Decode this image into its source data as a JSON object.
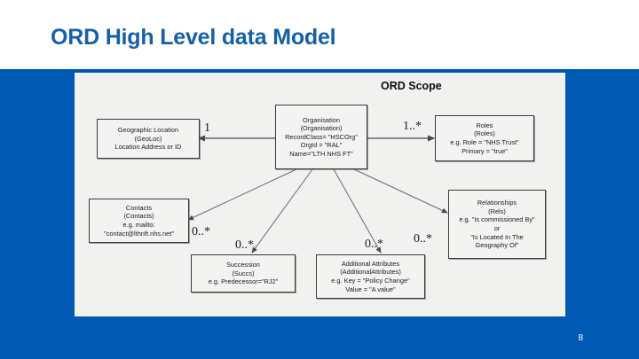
{
  "slide": {
    "title": "ORD High Level data Model",
    "page_number": "8",
    "accent_color": "#0059b3",
    "title_color": "#1560a8"
  },
  "diagram": {
    "scope_label": "ORD Scope",
    "nodes": [
      {
        "id": "geo-location",
        "lines": [
          "Geographic Location",
          "(GeoLoc)",
          "Location Address or ID"
        ]
      },
      {
        "id": "organisation",
        "lines": [
          "Organisation",
          "(Organisation)",
          "RecordClass= \"HSCOrg\"",
          "OrgId = \"RAL\"",
          "Name=\"LTH NHS FT\""
        ]
      },
      {
        "id": "roles",
        "lines": [
          "Roles",
          "(Roles)",
          "e.g. Role = \"NHS Trust\"",
          "Primary = \"true\""
        ]
      },
      {
        "id": "contacts",
        "lines": [
          "Contacts",
          "(Contacts)",
          "e.g. mailto:",
          "\"contact@lthnft.nhs.net\""
        ]
      },
      {
        "id": "succession",
        "lines": [
          "Succession",
          "(Succs)",
          "e.g. Predecessor=\"RJ2\""
        ]
      },
      {
        "id": "additional-attributes",
        "lines": [
          "Additional Attributes",
          "(AdditionalAttributes)",
          "e.g. Key = \"Policy Change\"",
          "Value = \"A value\""
        ]
      },
      {
        "id": "relationships",
        "lines": [
          "Relationships",
          "(Rels)",
          "e.g. \"Is commissioned By\"",
          "or",
          "\"Is Located In The",
          "Geography Of\""
        ]
      }
    ],
    "cardinalities": [
      {
        "id": "geo",
        "text": "1"
      },
      {
        "id": "roles",
        "text": "1..*"
      },
      {
        "id": "contacts",
        "text": "0..*"
      },
      {
        "id": "succession",
        "text": "0..*"
      },
      {
        "id": "additional",
        "text": "0..*"
      },
      {
        "id": "relationships",
        "text": "0..*"
      }
    ]
  }
}
